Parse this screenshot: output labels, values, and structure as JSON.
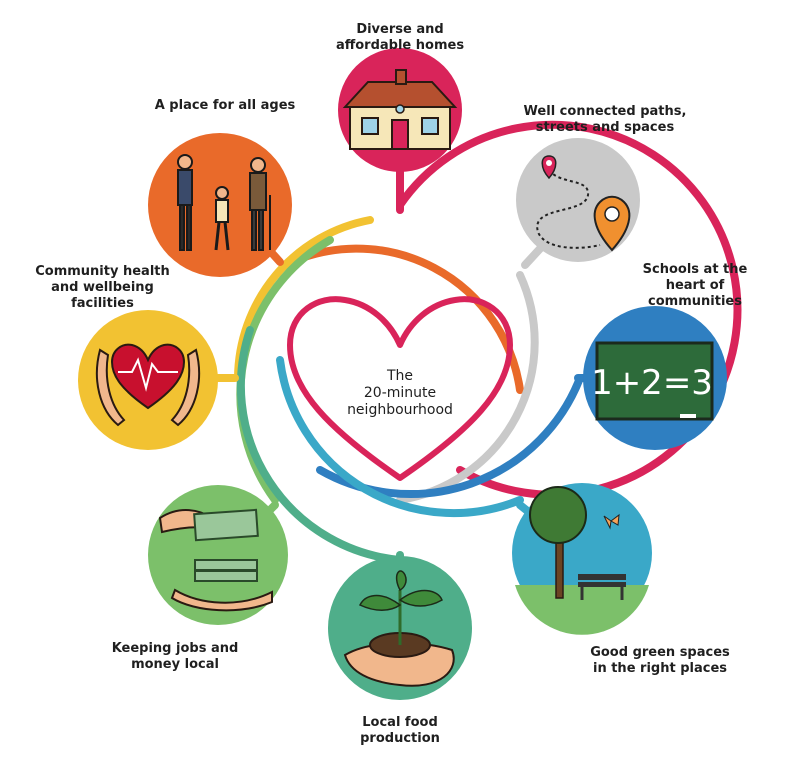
{
  "center": {
    "line1": "The",
    "line2": "20-minute",
    "line3": "neighbourhood"
  },
  "features": [
    {
      "id": "homes",
      "line1": "Diverse and",
      "line2": "affordable homes",
      "color": "#d9245a",
      "icon": "house-icon"
    },
    {
      "id": "paths",
      "line1": "Well connected paths,",
      "line2": "streets and spaces",
      "color": "#c9c9c9",
      "icon": "map-pin-route-icon"
    },
    {
      "id": "schools",
      "line1": "Schools at the",
      "line2": "heart of",
      "line3": "communities",
      "color": "#2f7fc1",
      "icon": "chalkboard-icon",
      "board_text": "1+2=3"
    },
    {
      "id": "green",
      "line1": "Good green spaces",
      "line2": "in the right places",
      "color": "#3aa8c8",
      "icon": "tree-bench-icon"
    },
    {
      "id": "food",
      "line1": "Local food",
      "line2": "production",
      "color": "#4fae8a",
      "icon": "seedling-icon"
    },
    {
      "id": "jobs",
      "line1": "Keeping jobs and",
      "line2": "money local",
      "color": "#7cc06a",
      "icon": "money-hands-icon"
    },
    {
      "id": "health",
      "line1": "Community health",
      "line2": "and wellbeing",
      "line3": "facilities",
      "color": "#f2c232",
      "icon": "heart-hands-icon"
    },
    {
      "id": "ages",
      "line1": "A place for all ages",
      "color": "#e96a2a",
      "icon": "family-icon"
    }
  ]
}
